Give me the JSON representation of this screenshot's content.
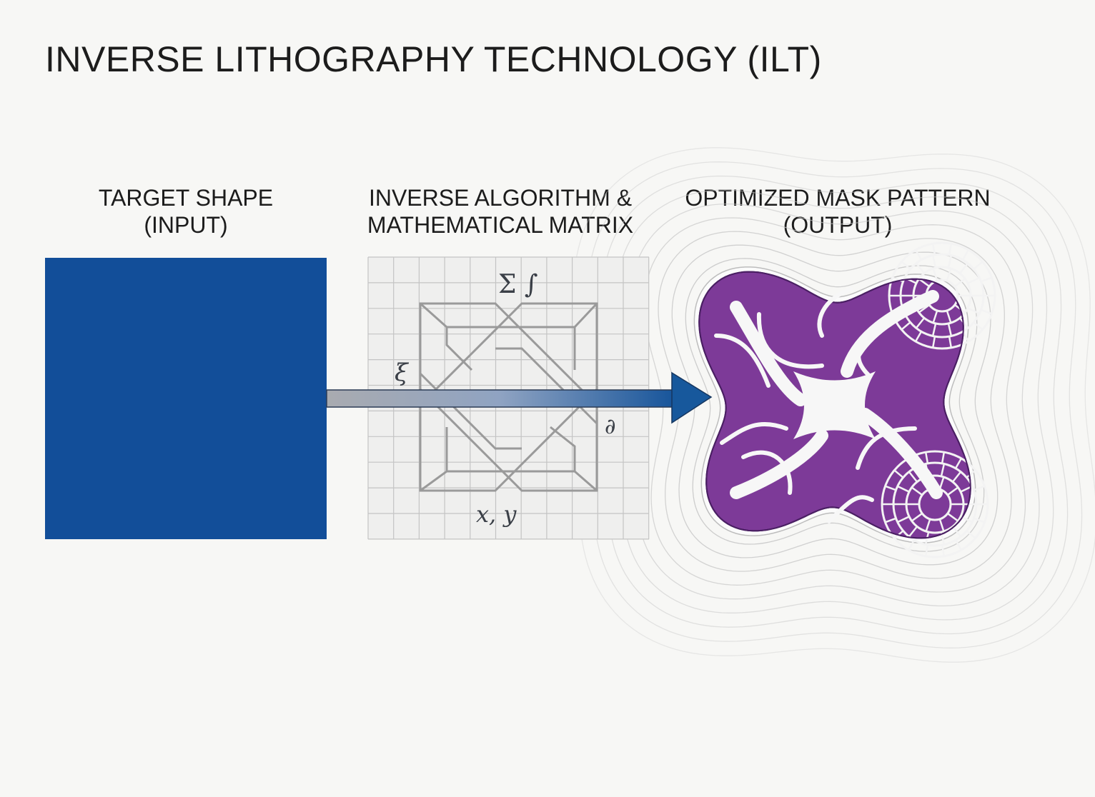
{
  "title": "INVERSE LITHOGRAPHY TECHNOLOGY (ILT)",
  "stages": [
    {
      "line1": "TARGET SHAPE",
      "line2": "(INPUT)"
    },
    {
      "line1": "INVERSE ALGORITHM &",
      "line2": "MATHEMATICAL MATRIX"
    },
    {
      "line1": "OPTIMIZED MASK PATTERN",
      "line2": "(OUTPUT)"
    }
  ],
  "math_symbols": {
    "sum_integral": "Σ ∫",
    "zeta": "ξ",
    "partial": "∂",
    "xy": "x, y"
  },
  "colors": {
    "target": "#124e99",
    "mask": "#7d3a98",
    "arrow": "#1d5a9c",
    "grid": "#c4c4c4"
  }
}
